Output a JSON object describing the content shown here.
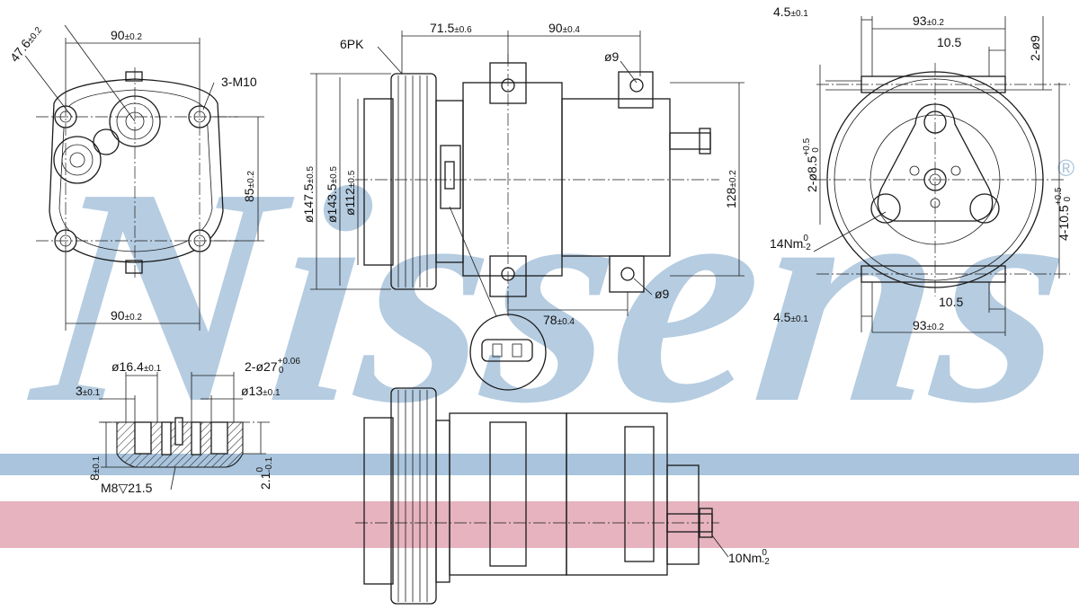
{
  "watermark": {
    "brand": "Nissens",
    "registered_mark": "®"
  },
  "colors": {
    "band_blue": "#a9c4dc",
    "band_pink": "#e6b3bf",
    "line": "#1a1a1a"
  },
  "front_view": {
    "top_width_main": "90",
    "top_width_tol": "±0.2",
    "bottom_width_main": "90",
    "bottom_width_tol": "±0.2",
    "diagonal_main": "47.6",
    "diagonal_tol": "±0.2",
    "height_main": "85",
    "height_tol": "±0.2",
    "thread_label": "3-M10"
  },
  "side_view": {
    "belt_label": "6PK",
    "dim_a_main": "71.5",
    "dim_a_tol": "±0.6",
    "dim_b_main": "90",
    "dim_b_tol": "±0.4",
    "dim_c_main": "78",
    "dim_c_tol": "±0.4",
    "hole_top": "ø9",
    "hole_bottom": "ø9",
    "dia1_main": "ø147.5",
    "dia1_tol": "±0.5",
    "dia2_main": "ø143.5",
    "dia2_tol": "±0.5",
    "dia3_main": "ø112",
    "dia3_tol": "±0.5",
    "height_main": "128",
    "height_tol": "±0.2"
  },
  "rear_view": {
    "top_offset_main": "4.5",
    "top_offset_tol": "±0.1",
    "top_width_main": "93",
    "top_width_tol": "±0.2",
    "top_gap": "10.5",
    "holes_top": "2-ø9",
    "hole_dia_main": "2-ø8.5",
    "hole_dia_tol_up": "+0.5",
    "hole_dia_tol_dn": "0",
    "hole_depth_main": "4-10.5",
    "hole_depth_tol_up": "+0.5",
    "hole_depth_tol_dn": "0",
    "torque_main": "14Nm",
    "torque_tol_up": "0",
    "torque_tol_dn": "-2",
    "bottom_gap": "10.5",
    "bottom_offset_main": "4.5",
    "bottom_offset_tol": "±0.1",
    "bottom_width_main": "93",
    "bottom_width_tol": "±0.2"
  },
  "section_view": {
    "bore_main": "ø16.4",
    "bore_tol": "±0.1",
    "port_main": "2-ø27",
    "port_tol_up": "+0.06",
    "port_tol_dn": "0",
    "depth_main": "3",
    "depth_tol": "±0.1",
    "inner_main": "ø13",
    "inner_tol": "±0.1",
    "height_main": "8",
    "height_tol": "±0.1",
    "step_main": "2.1",
    "step_tol_up": "0",
    "step_tol_dn": "-0.1",
    "thread_label": "M8▽21.5"
  },
  "bottom_view": {
    "torque_main": "10Nm",
    "torque_tol_up": "0",
    "torque_tol_dn": "-2"
  }
}
